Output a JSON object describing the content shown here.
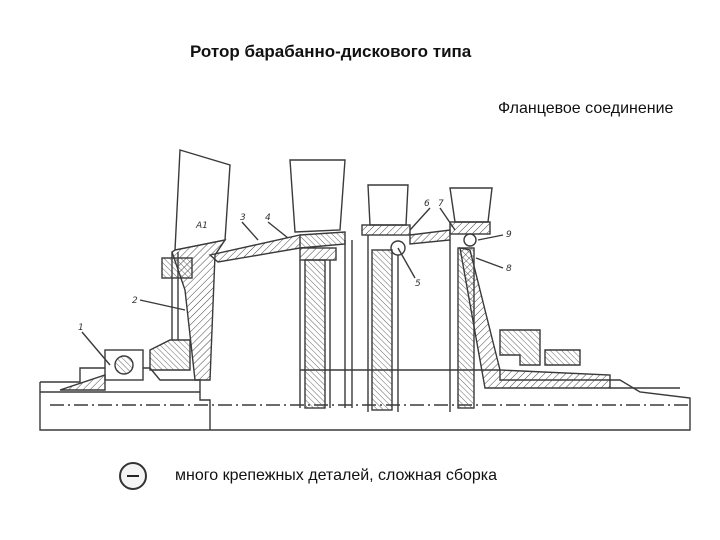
{
  "title": "Ротор барабанно-дискового типа",
  "subtitle": "Фланцевое соединение",
  "note": "много крепежных деталей, сложная сборка",
  "figure": {
    "labels": [
      "1",
      "2",
      "3",
      "4",
      "5",
      "6",
      "7",
      "8",
      "9"
    ],
    "label_a1": "А1",
    "stroke_color": "#3a3a3a",
    "fill_color": "#d9d9d9"
  },
  "icons": {
    "badge": "minus-icon"
  }
}
